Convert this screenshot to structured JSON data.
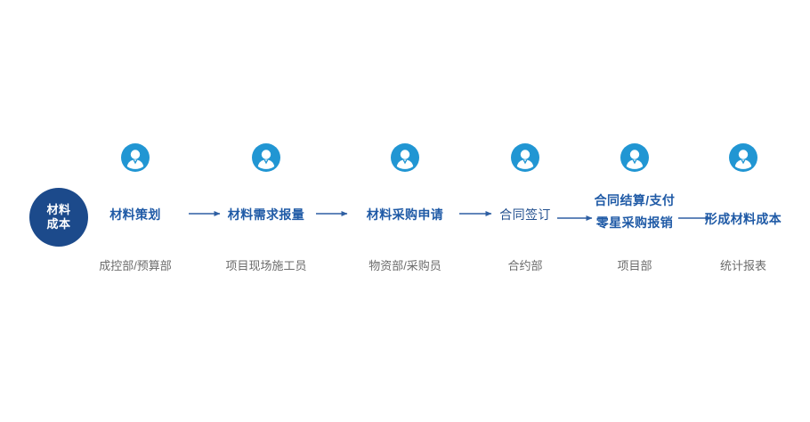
{
  "diagram": {
    "background_color": "#ffffff",
    "origin": {
      "line1": "材料",
      "line2": "成本",
      "color": "#1c4a8b"
    },
    "accent_colors": {
      "node_label": "#1f5aa6",
      "avatar": "#2196d3",
      "arrow": "#2e5fa3",
      "sublabel": "#6b6b6b"
    },
    "nodes": [
      {
        "label": "材料策划",
        "sublabel": "成控部/预算部",
        "icon": "user-avatar-icon",
        "bold": true
      },
      {
        "label": "材料需求报量",
        "sublabel": "项目现场施工员",
        "icon": "user-avatar-icon",
        "bold": true
      },
      {
        "label": "材料采购申请",
        "sublabel": "物资部/采购员",
        "icon": "user-avatar-icon",
        "bold": true
      },
      {
        "label": "合同签订",
        "sublabel": "合约部",
        "icon": "user-avatar-icon",
        "bold": false
      },
      {
        "label_line1": "合同结算/支付",
        "label_line2": "零星采购报销",
        "sublabel": "项目部",
        "icon": "user-avatar-icon",
        "bold": true
      },
      {
        "label": "形成材料成本",
        "sublabel": "统计报表",
        "icon": "user-avatar-icon",
        "bold": true
      }
    ],
    "connectors": [
      {
        "from": "材料策划",
        "to": "材料需求报量"
      },
      {
        "from": "材料需求报量",
        "to": "材料采购申请"
      },
      {
        "from": "材料采购申请",
        "to": "合同签订"
      },
      {
        "from": "合同签订",
        "to": "合同结算/支付 零星采购报销"
      },
      {
        "from": "合同结算/支付 零星采购报销",
        "to": "形成材料成本"
      }
    ]
  }
}
